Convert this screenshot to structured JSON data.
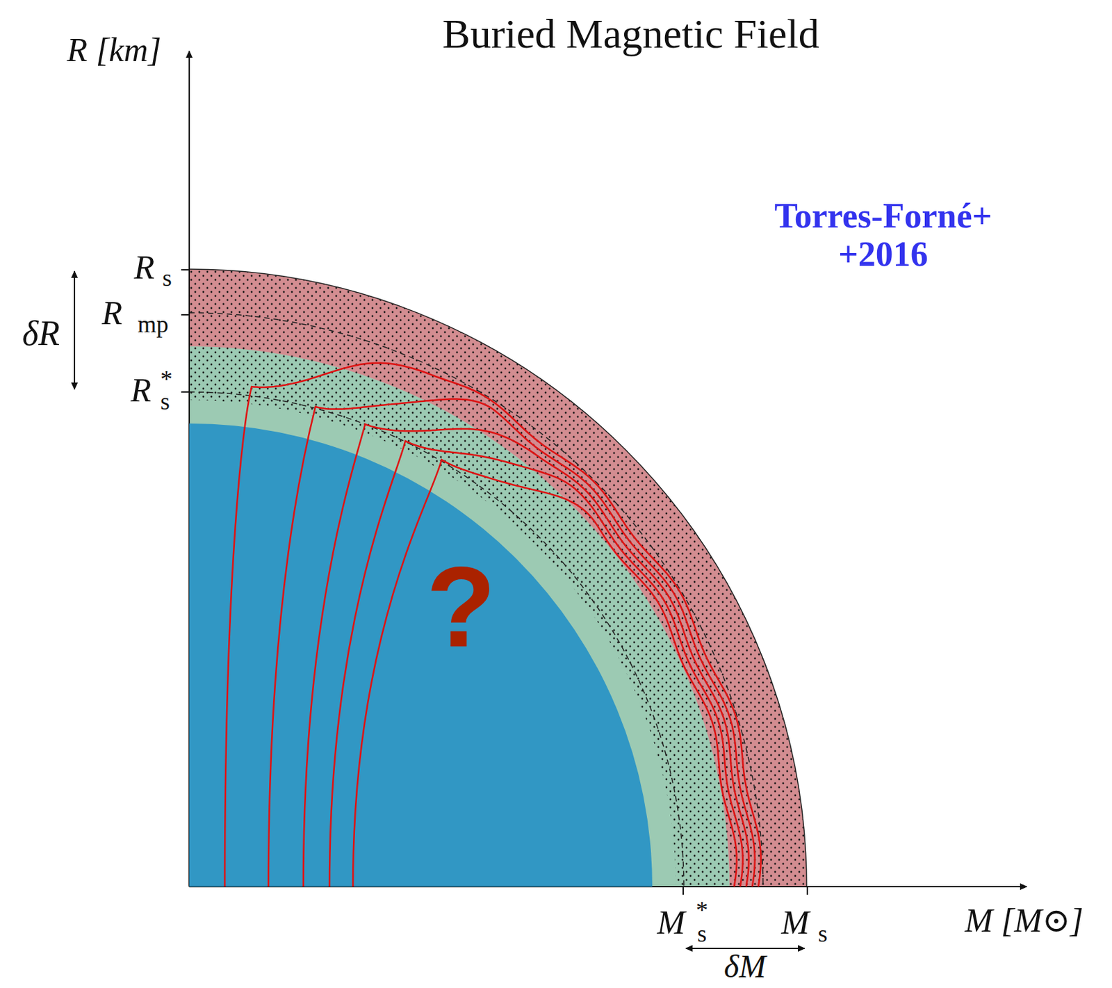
{
  "diagram": {
    "title": "Buried Magnetic Field",
    "nodes": [
      {
        "text": [
          "?"
        ]
      }
    ],
    "labels": [
      "Torres-Forné+ +2016",
      "R [km]",
      "R",
      "s",
      "R",
      "mp",
      "δR",
      "R",
      "*",
      "s",
      "M",
      "*",
      "s",
      "M",
      "s",
      "δM",
      "M [M⊙]"
    ]
  }
}
